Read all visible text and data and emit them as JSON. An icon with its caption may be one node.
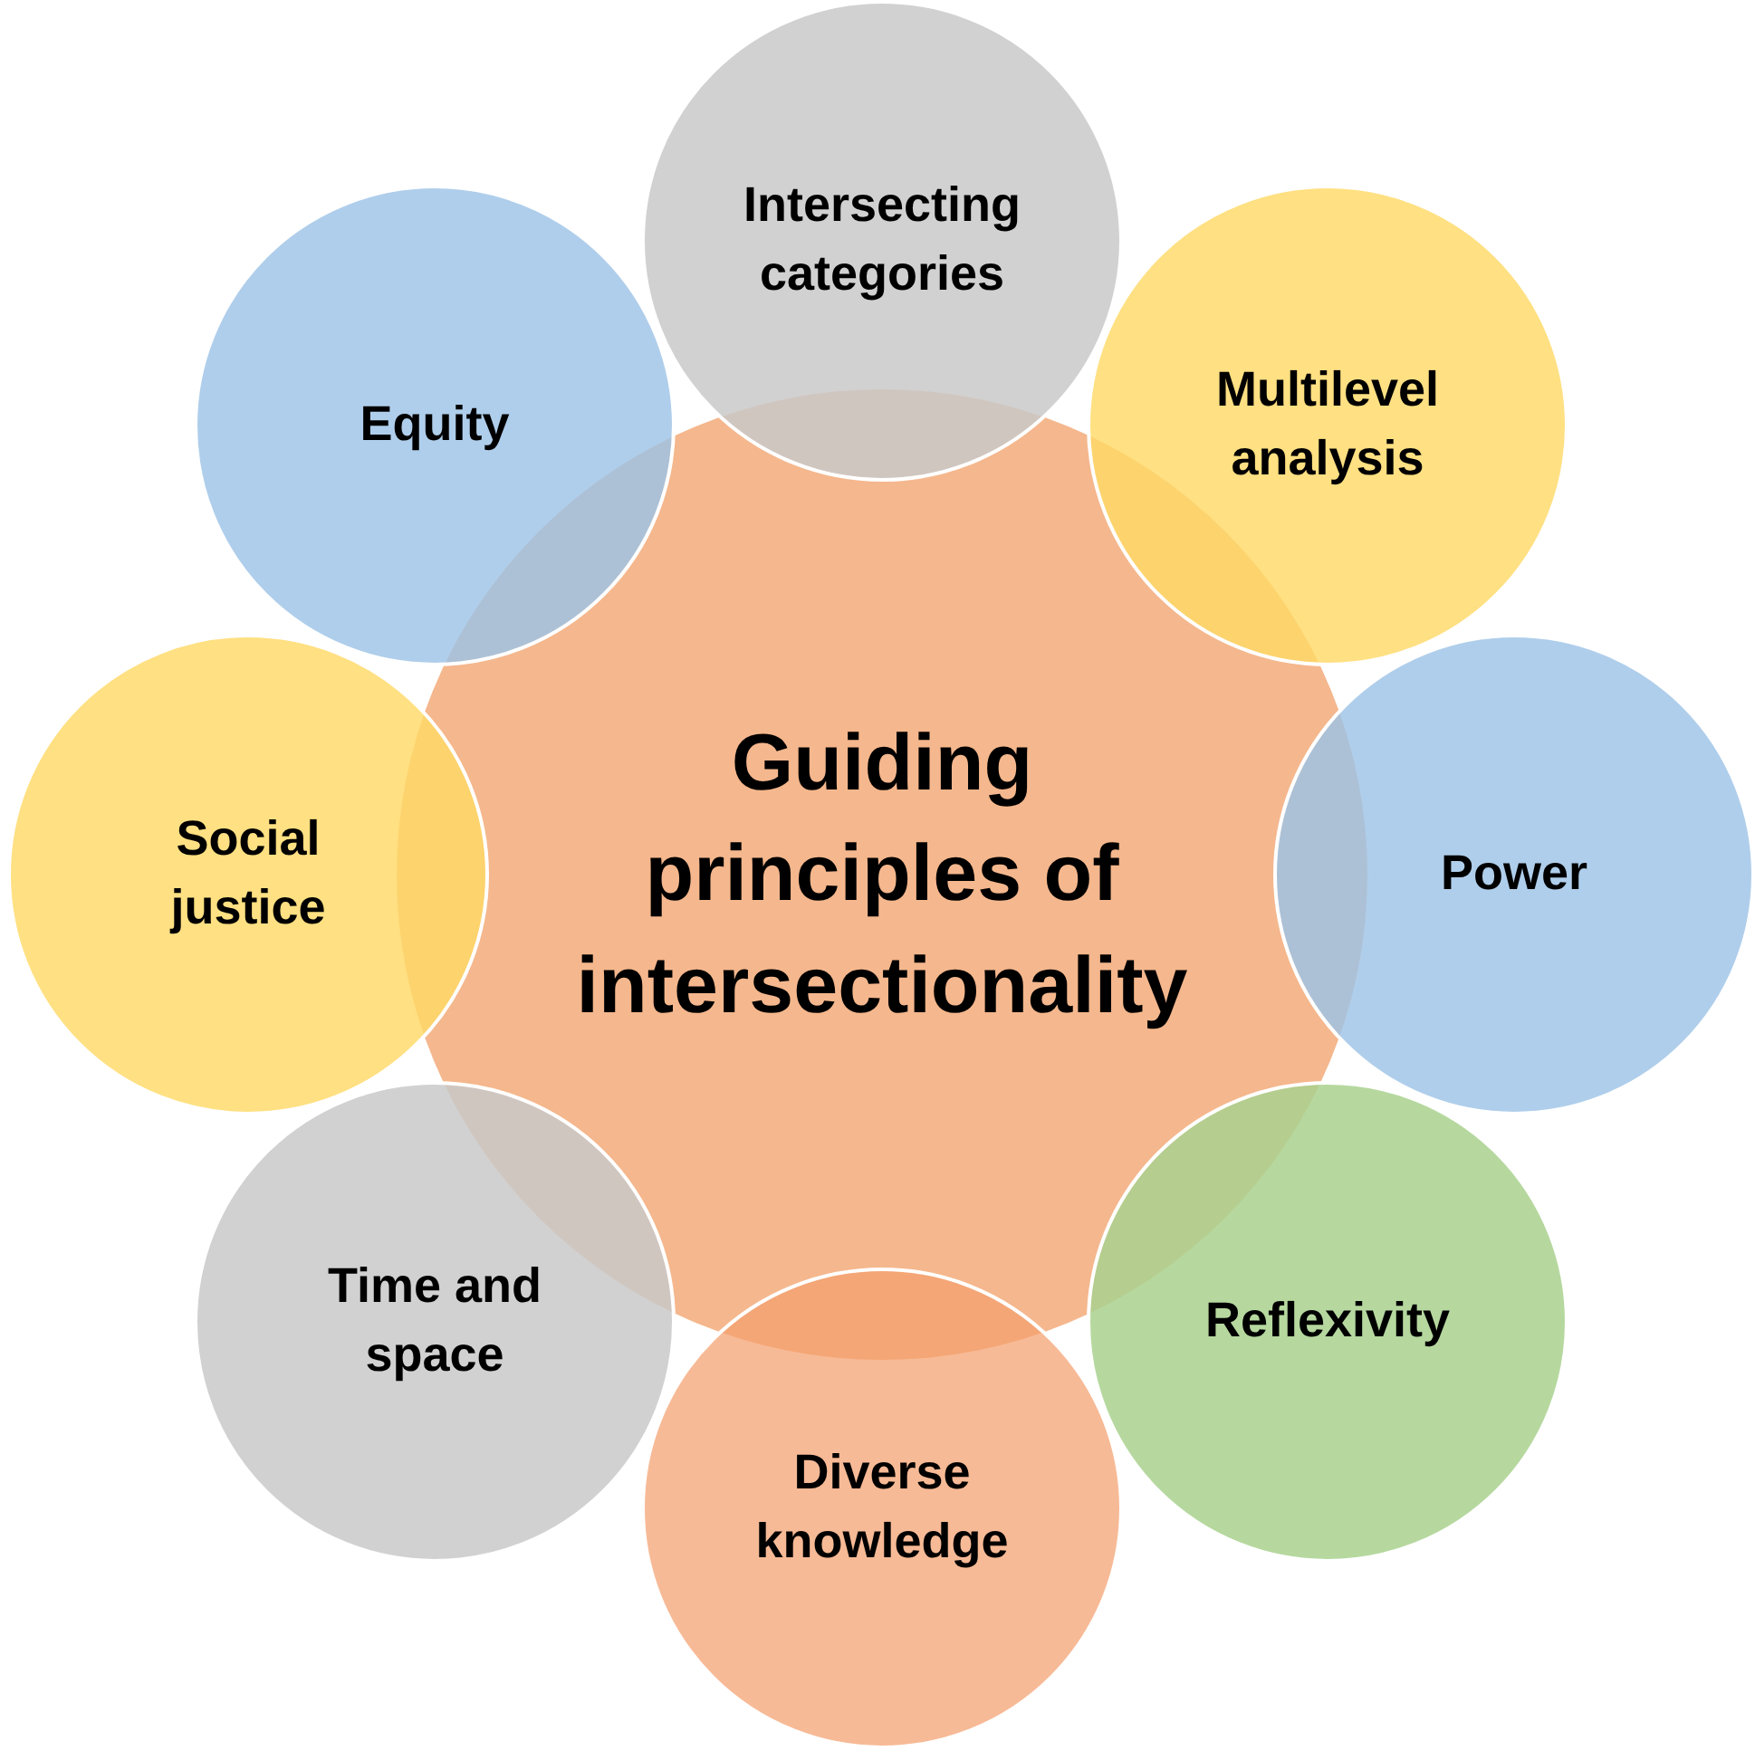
{
  "diagram": {
    "nodes": [
      {
        "text": [
          "Guiding principles of intersectionality"
        ]
      },
      {
        "text": [
          "Intersecting categories"
        ]
      },
      {
        "text": [
          "Multilevel analysis"
        ]
      },
      {
        "text": [
          "Power"
        ]
      },
      {
        "text": [
          "Reflexivity"
        ]
      },
      {
        "text": [
          "Diverse knowledge"
        ]
      },
      {
        "text": [
          "Time and space"
        ]
      },
      {
        "text": [
          "Social justice"
        ]
      },
      {
        "text": [
          "Equity"
        ]
      }
    ]
  }
}
